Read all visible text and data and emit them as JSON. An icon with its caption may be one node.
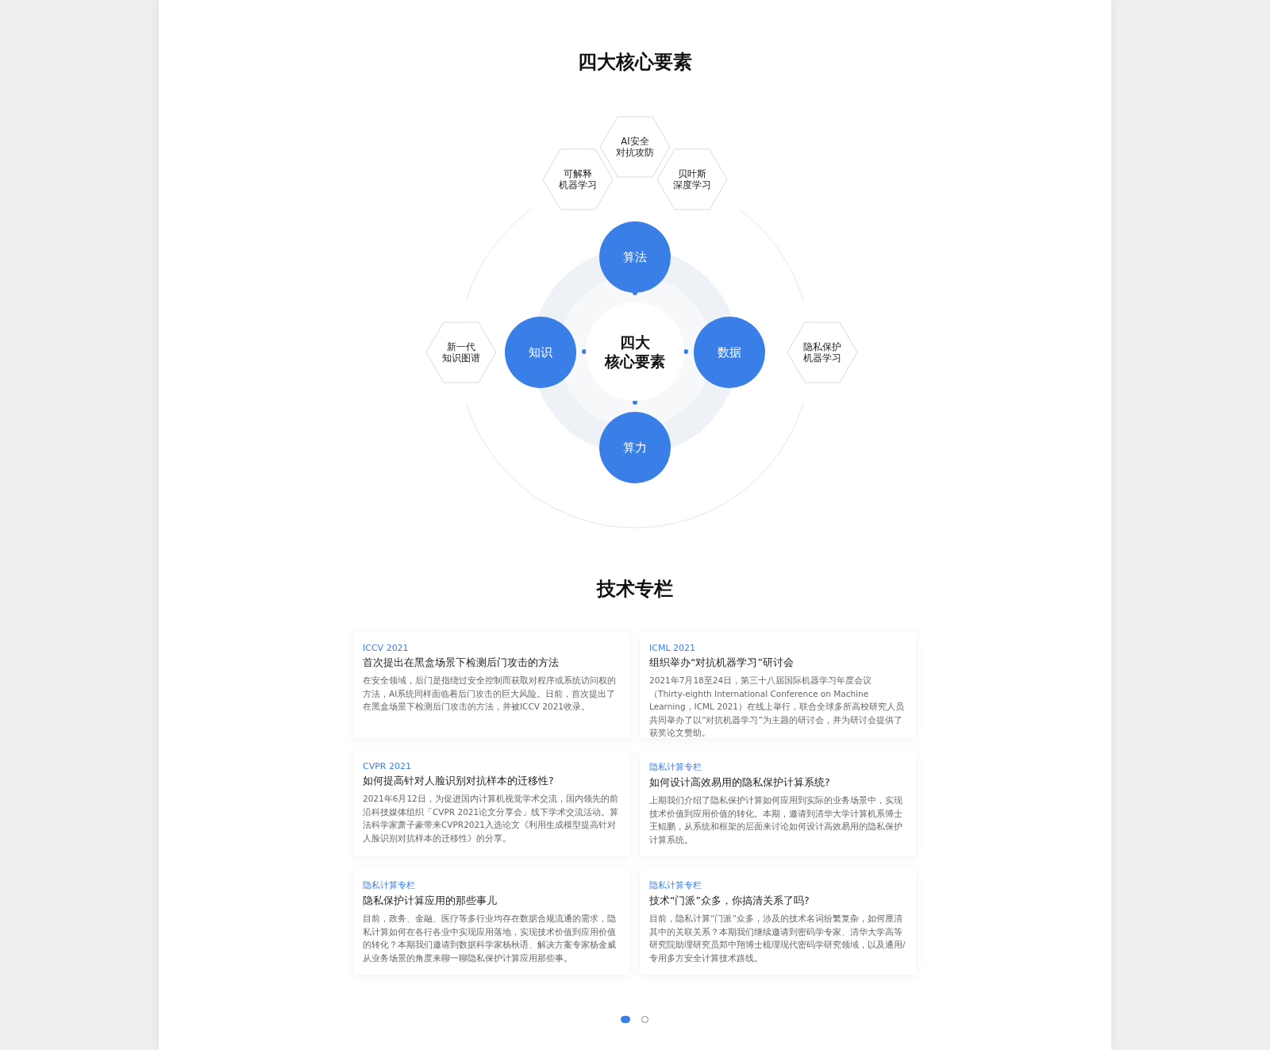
{
  "diagram": {
    "title": "四大核心要素",
    "nodes": [
      {
        "text": [
          "四大核心要素"
        ]
      },
      {
        "text": [
          "算法"
        ]
      },
      {
        "text": [
          "知识"
        ]
      },
      {
        "text": [
          "数据"
        ]
      },
      {
        "text": [
          "算力"
        ]
      },
      {
        "text": [
          "AI安全对抗攻防"
        ]
      },
      {
        "text": [
          "可解释机器学习"
        ]
      },
      {
        "text": [
          "贝叶斯深度学习"
        ]
      },
      {
        "text": [
          "新一代知识图谱"
        ]
      },
      {
        "text": [
          "隐私保护机器学习"
        ]
      },
      {
        "text": [
          "ICCV 2021",
          "首次提出在黑盒场景下检测后门攻击的方法",
          "在安全领域，后门是指绕过安全控制而获取对程序或系统访问权的方法，AI系统同样面临着后门攻击的巨大风险。日前，首次提出了在黑盒场景下检测后门攻击的方法，并被ICCV 2021收录。"
        ]
      },
      {
        "text": [
          "ICML 2021",
          "组织举办“对抗机器学习”研讨会",
          "2021年7月18至24日，第三十八届国际机器学习年度会议（Thirty-eighth International Conference on Machine Learning，ICML 2021）在线上举行，联合全球多所高校研究人员共同举办了以“对抗机器学习”为主题的研讨会，并为研讨会提供了获奖论文赞助。"
        ]
      },
      {
        "text": [
          "CVPR 2021",
          "如何提高针对人脸识别对抗样本的迁移性?",
          "2021年6月12日，为促进国内计算机视觉学术交流，国内领先的前沿科技媒体组织「CVPR 2021论文分享会」线下学术交流活动。算法科学家萧子豪带来CVPR2021入选论文《利用生成模型提高针对人脸识别对抗样本的迁移性》的分享。"
        ]
      },
      {
        "text": [
          "隐私计算专栏",
          "如何设计高效易用的隐私保护计算系统?",
          "上期我们介绍了隐私保护计算如何应用到实际的业务场景中，实现技术价值到应用价值的转化。本期，邀请到清华大学计算机系博士王鲲鹏，从系统和框架的层面来讨论如何设计高效易用的隐私保护计算系统。"
        ]
      },
      {
        "text": [
          "隐私计算专栏",
          "隐私保护计算应用的那些事儿",
          "目前，政务、金融、医疗等多行业均存在数据合规流通的需求，隐私计算如何在各行各业中实现应用落地，实现技术价值到应用价值的转化？本期我们邀请到数据科学家杨秋语、解决方案专家杨金威从业务场景的角度来聊一聊隐私保护计算应用那些事。"
        ]
      },
      {
        "text": [
          "隐私计算专栏",
          "技术“门派”众多，你搞清关系了吗?",
          "目前，隐私计算“门派”众多，涉及的技术名词纷繁复杂，如何厘清其中的关联关系？本期我们继续邀请到密码学专家、清华大学高等研究院助理研究员郑中翔博士梳理现代密码学研究领域，以及通用/专用多方安全计算技术路线。"
        ]
      }
    ],
    "labels": [
      "技术专栏"
    ]
  }
}
